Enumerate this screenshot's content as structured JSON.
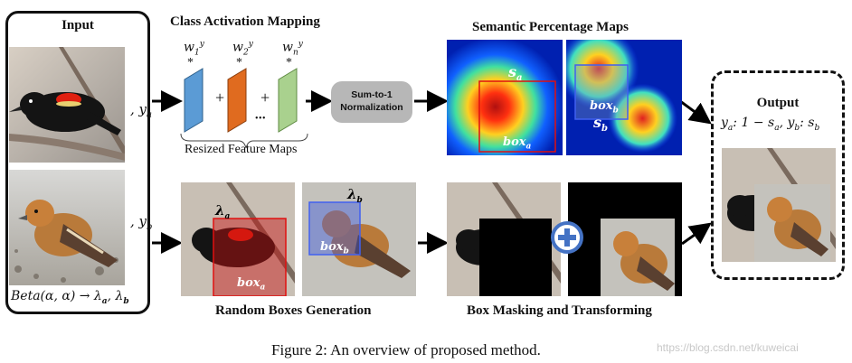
{
  "input": {
    "title": "Input",
    "label_a": ", y",
    "label_a_sub": "a",
    "label_b": ", y",
    "label_b_sub": "b",
    "beta_formula": "Beta(α, α) → λ",
    "beta_sub_a": "a",
    "beta_sep": ", λ",
    "beta_sub_b": "b"
  },
  "cam": {
    "title": "Class Activation Mapping",
    "w1": "w",
    "w1_sub": "1",
    "w2": "w",
    "w2_sub": "2",
    "wn": "w",
    "wn_sub": "n",
    "w_sup": "y",
    "star": "*",
    "plus": "+",
    "dots": "• • •",
    "caption": "Resized Feature Maps"
  },
  "normalization": {
    "line1": "Sum-to-1",
    "line2": "Normalization"
  },
  "semantic": {
    "title": "Semantic Percentage Maps",
    "s_a": "s",
    "s_a_sub": "a",
    "box_a": "box",
    "box_a_sub": "a",
    "box_b": "box",
    "box_b_sub": "b",
    "s_b": "s",
    "s_b_sub": "b"
  },
  "random_boxes": {
    "title": "Random Boxes Generation",
    "lambda_a": "λ",
    "lambda_a_sub": "a",
    "lambda_b": "λ",
    "lambda_b_sub": "b",
    "box_a": "box",
    "box_a_sub": "a",
    "box_b": "box",
    "box_b_sub": "b"
  },
  "masking": {
    "title": "Box Masking and Transforming"
  },
  "output": {
    "title": "Output",
    "formula": "y_a: 1 − s_a, y_b: s_b",
    "formula_parts": [
      "y",
      "a",
      ": 1 − s",
      "a",
      ", y",
      "b",
      ": s",
      "b"
    ]
  },
  "caption": "Figure 2: An overview of proposed method.",
  "watermark": "https://blog.csdn.net/kuweicai",
  "colors": {
    "feature_map_1": "#5b9bd5",
    "feature_map_2": "#e06b1f",
    "feature_map_n": "#a9d18e",
    "box_a": "#e01010",
    "box_b": "#4060f0",
    "plus_circle": "#4472c4"
  }
}
